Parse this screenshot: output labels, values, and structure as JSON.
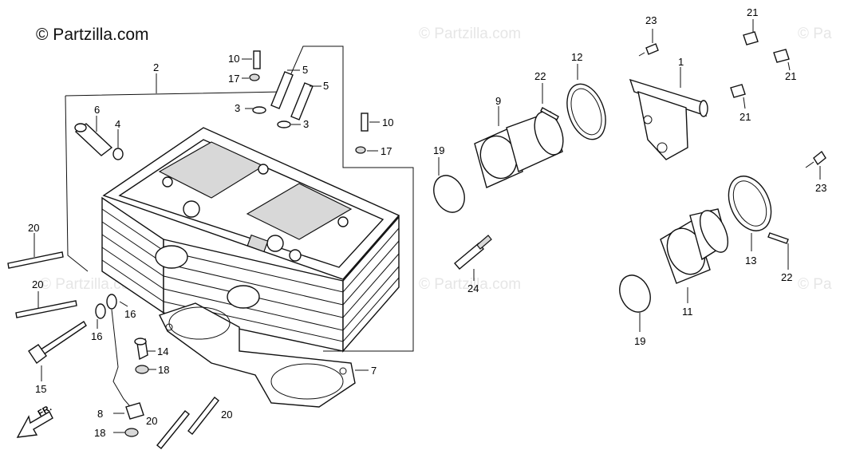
{
  "brand": "© Partzilla.com",
  "watermark": "© Partzilla.com",
  "watermark_partial": "© Pa",
  "front_marker": "FR.",
  "labels": {
    "n1": "1",
    "n2": "2",
    "n3": "3",
    "n4": "4",
    "n5": "5",
    "n6": "6",
    "n7": "7",
    "n8": "8",
    "n9": "9",
    "n10": "10",
    "n11": "11",
    "n12": "12",
    "n13": "13",
    "n14": "14",
    "n15": "15",
    "n16": "16",
    "n17": "17",
    "n18": "18",
    "n19": "19",
    "n20": "20",
    "n21": "21",
    "n22": "22",
    "n23": "23",
    "n24": "24"
  }
}
